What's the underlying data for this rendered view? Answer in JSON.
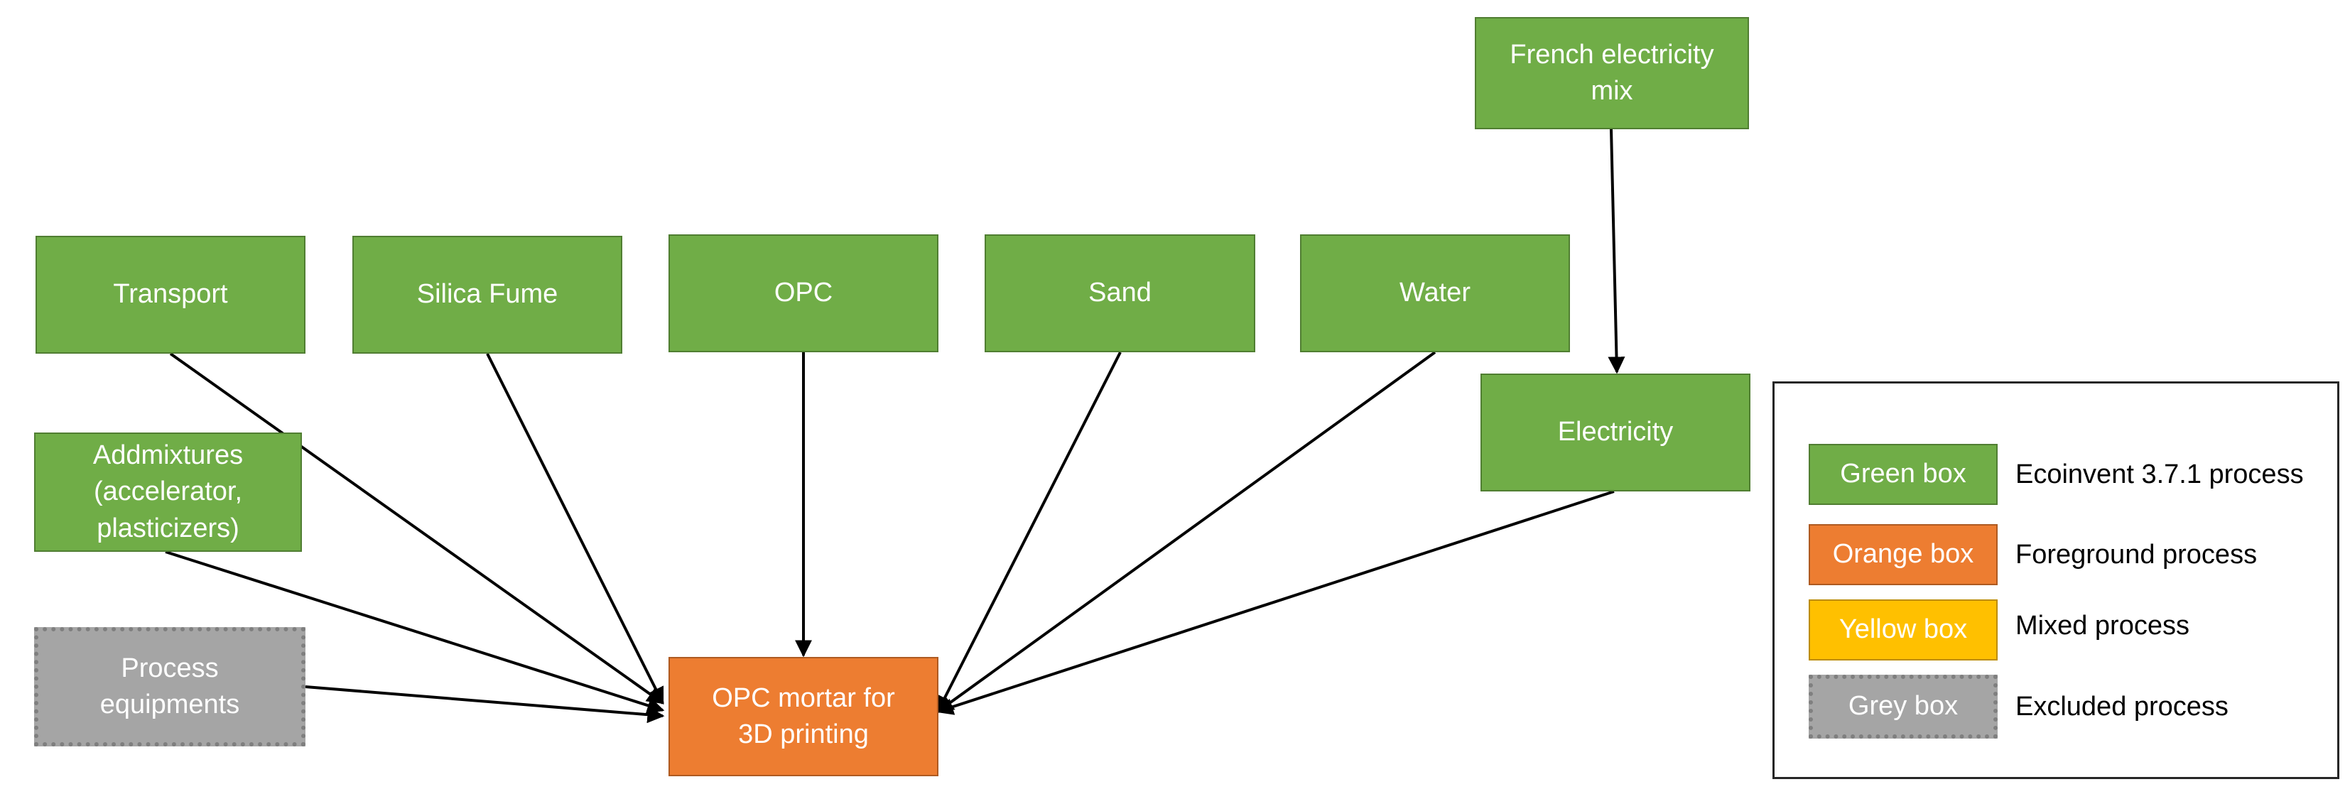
{
  "nodes": {
    "transport": "Transport",
    "silica_fume": "Silica Fume",
    "opc": "OPC",
    "sand": "Sand",
    "water": "Water",
    "french_electricity_mix": "French electricity\nmix",
    "electricity": "Electricity",
    "admixtures": "Addmixtures\n(accelerator,\nplasticizers)",
    "process_equipments": "Process\nequipments",
    "opc_mortar": "OPC mortar for\n3D printing"
  },
  "legend": {
    "green_box": "Green box",
    "green_desc": "Ecoinvent 3.7.1 process",
    "orange_box": "Orange box",
    "orange_desc": "Foreground process",
    "yellow_box": "Yellow box",
    "yellow_desc": "Mixed process",
    "grey_box": "Grey box",
    "grey_desc": "Excluded process"
  },
  "colors": {
    "green": "#70ad47",
    "orange": "#ed7d31",
    "yellow": "#ffc000",
    "grey": "#a5a5a5"
  },
  "edges": [
    {
      "from": "transport",
      "to": "opc_mortar"
    },
    {
      "from": "silica_fume",
      "to": "opc_mortar"
    },
    {
      "from": "opc",
      "to": "opc_mortar"
    },
    {
      "from": "sand",
      "to": "opc_mortar"
    },
    {
      "from": "water",
      "to": "opc_mortar"
    },
    {
      "from": "electricity",
      "to": "opc_mortar"
    },
    {
      "from": "admixtures",
      "to": "opc_mortar"
    },
    {
      "from": "process_equipments",
      "to": "opc_mortar"
    },
    {
      "from": "french_electricity_mix",
      "to": "electricity"
    }
  ]
}
